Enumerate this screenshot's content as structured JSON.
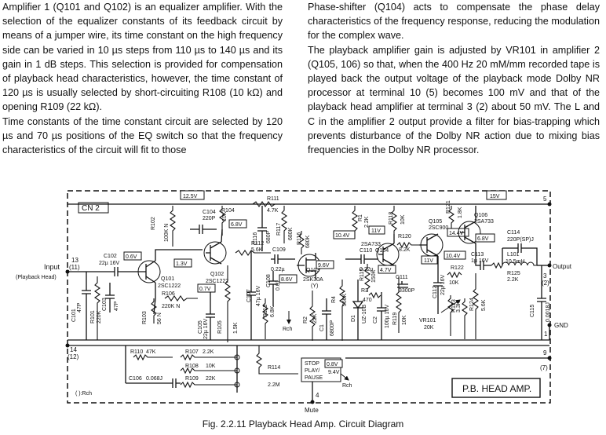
{
  "text": {
    "left": [
      "Amplifier 1 (Q101 and Q102) is an equalizer amplifier. With the selection of the equalizer constants of its feedback circuit by means of a jumper wire, its time constant on the high frequency side can be varied in 10 µs steps from 110 µs to 140 µs and its gain in 1 dB steps. This selection is provided for compensation of playback head characteristics, however, the time constant of 120 µs is usually selected by short-circuiting R108 (10 kΩ) and opening R109 (22 kΩ).",
      "Time constants of the time constant circuit are selected by 120 µs and 70 µs positions of the EQ switch so that the frequency characteristics of the circuit will fit to those"
    ],
    "right": [
      "Phase-shifter (Q104) acts to compensate the phase delay characteristics of the frequency response, reducing the modulation for the complex wave.",
      "The playback amplifier gain is adjusted by VR101 in amplifier 2 (Q105, 106) so that, when the 400 Hz 20 mM/mm recorded tape is played back the output voltage of the playback mode Dolby NR processor at terminal 10 (5) becomes 100 mV and that of the playback head amplifier at terminal 3 (2) about 50 mV. The L and C in the amplifier 2 output provide a filter for bias-trapping which prevents disturbance of the Dolby NR action due to mixing bias frequencies in the Dolby NR processor."
    ]
  },
  "caption": "Fig.  2.2.11  Playback Head Amp. Circuit Diagram",
  "diagram": {
    "connector": "CN 2",
    "title_box": "P.B. HEAD AMP.",
    "rch_note": "( ):Rch",
    "mute": "Mute",
    "terminals": {
      "t13": "13",
      "t13b": "(11)",
      "t14": "14",
      "t14b": "(12)",
      "t5": "5",
      "t3": "3",
      "t3b": "(2)",
      "t1": "1",
      "t9": "9",
      "t9b": "(7)",
      "t4": "4"
    },
    "signals": {
      "input": "Input",
      "input_sub": "(Playback Head)",
      "output": "Output",
      "gnd": "GND",
      "rch": "Rch",
      "rch2": "Rch"
    },
    "voltages": {
      "v12_5": "12.5V",
      "v15": "15V",
      "v0_6": "0.6V",
      "v1_3": "1.3V",
      "v6_8a": "6.8V",
      "v0_7": "0.7V",
      "v8_6": "8.6V",
      "v10_4a": "10.4V",
      "v9_6": "9.6V",
      "v11": "11V",
      "v4_7": "4.7V",
      "v14_4": "14.4V",
      "v6_8b": "6.8V",
      "v11b": "11V",
      "v10_4b": "10.4V"
    },
    "switch": {
      "a": "STOP",
      "b": "PLAY/",
      "c": "PAUSE",
      "va": "0.8V",
      "vb": "9.4V"
    },
    "parts": {
      "r111": "R111",
      "r111v": "4.7K",
      "r102": "R102",
      "r102v": "100K N",
      "c104": "C104",
      "c104v": "220P",
      "r104": "R104",
      "r104v": "10K",
      "c102": "C102",
      "c102v": "22µ 16V",
      "q101": "Q101",
      "q101t": "2SC1222",
      "q102": "Q102",
      "q102t": "2SC1222",
      "r106": "R106",
      "r106v": "220K N",
      "c101": "C101",
      "c101v": "47P",
      "r101": "R101",
      "r101v": "220K",
      "c103": "C103",
      "c103v": "47P",
      "r103": "R103",
      "r103v": "56 N",
      "c105": "C105",
      "c105v": "22µ 16V",
      "r105": "R105",
      "r105v": "1.5K",
      "c107": "C107",
      "c107v": "47µ 16V",
      "c116": "C116",
      "c116v": "680P",
      "r112": "R112",
      "r112v": "5.6K",
      "r117": "R117",
      "r117v": "680K",
      "c109": "C109",
      "c109v": "0.22µ",
      "r116": "R116",
      "r116v": "680K",
      "c108": "C108",
      "c108v": "0.01",
      "q103": "Q103",
      "q103t": "2SK30A",
      "q103r": "(Y)",
      "r113": "R113",
      "r113v": "6.8K",
      "r2": "R2",
      "r2v": "22K",
      "c1": "C1",
      "c1v": "6800P",
      "r4": "R4",
      "r4v": "560K",
      "d1": "D1",
      "d1t": "UZ-10B",
      "r1": "R1",
      "r1v": "2.2K",
      "r118": "R118",
      "r118v": "10K",
      "c110": "C110",
      "c110v": "0.22µ",
      "q104": "Q104",
      "q104t": "2SA733",
      "r120": "R120",
      "r120v": "8.2K",
      "r115": "R115",
      "r115v": "150K",
      "r3": "R3",
      "r3v": "470",
      "c2": "C2",
      "c2v": "100µ 16V",
      "r119": "R119",
      "r119v": "10K",
      "c111": "C111",
      "c111v": "3300P",
      "q105": "Q105",
      "q105t": "2SC900",
      "r121": "R121",
      "r121v": "1.8K",
      "q106": "Q106",
      "q106t": "2SA733",
      "c114": "C114",
      "c114v": "220P(SP)J",
      "c113": "C113",
      "c113v": "1µ 16V",
      "l101": "L101",
      "l101v": "10.5mH",
      "c112": "C112",
      "c112v": "22µ 16V",
      "r122": "R122",
      "r122v": "10K",
      "r125": "R125",
      "r125v": "2.2K",
      "vr101": "VR101",
      "vr101v": "20K",
      "r123": "R123",
      "r123v": "3.3K",
      "r124": "R124",
      "r124v": "5.6K",
      "c115": "C115",
      "c115v": "0.0018J",
      "r110": "R110",
      "r110v": "47K",
      "r107": "R107",
      "r107v": "2.2K",
      "r108": "R108",
      "r108v": "10K",
      "c106": "C106",
      "c106v": "0.068J",
      "r109": "R109",
      "r109v": "22K",
      "r114": "R114",
      "r114v": "2.2M"
    }
  }
}
